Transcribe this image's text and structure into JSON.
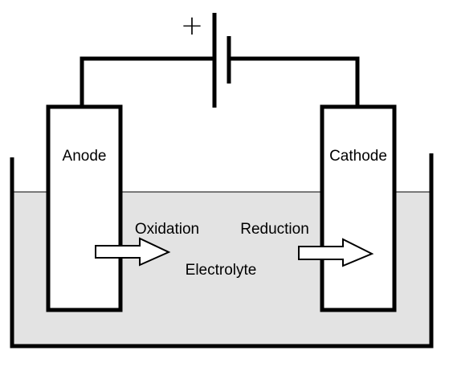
{
  "diagram": {
    "battery": {
      "polarity_symbol": "+"
    },
    "electrodes": {
      "anode_label": "Anode",
      "cathode_label": "Cathode"
    },
    "processes": {
      "oxidation_label": "Oxidation",
      "reduction_label": "Reduction"
    },
    "electrolyte_label": "Electrolyte",
    "colors": {
      "electrolyte_fill": "#e3e3e3",
      "stroke": "#000000",
      "electrode_fill": "#ffffff"
    }
  }
}
